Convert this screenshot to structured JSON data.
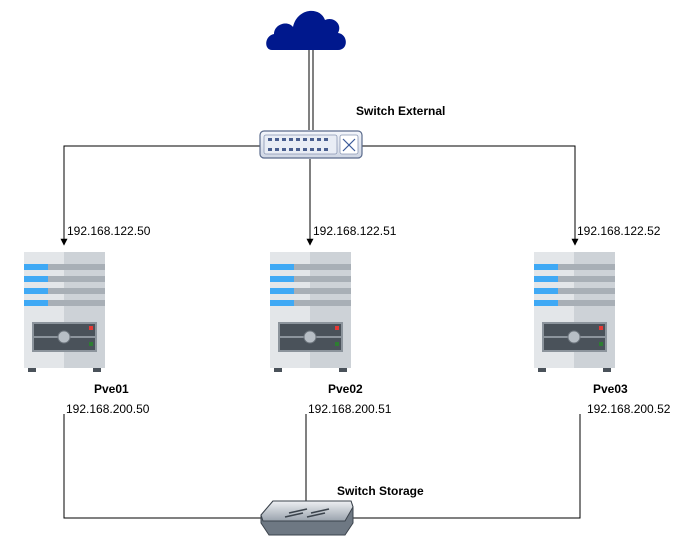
{
  "nodes": {
    "internet": {
      "icon": "cloud-icon",
      "color": "#00188D"
    },
    "switch_external": {
      "label": "Switch External",
      "icon": "network-switch-icon"
    },
    "switch_storage": {
      "label": "Switch Storage",
      "icon": "network-switch-icon"
    },
    "servers": [
      {
        "name": "Pve01",
        "ip_external": "192.168.122.50",
        "ip_storage": "192.168.200.50",
        "icon": "server-icon"
      },
      {
        "name": "Pve02",
        "ip_external": "192.168.122.51",
        "ip_storage": "192.168.200.51",
        "icon": "server-icon"
      },
      {
        "name": "Pve03",
        "ip_external": "192.168.122.52",
        "ip_storage": "192.168.200.52",
        "icon": "server-icon"
      }
    ]
  },
  "colors": {
    "edge": "#000000",
    "cloud": "#00188D",
    "server_body": "#D9DDE1",
    "server_stripe": "#3FA9F5",
    "switch_body": "#E6EAF2"
  }
}
